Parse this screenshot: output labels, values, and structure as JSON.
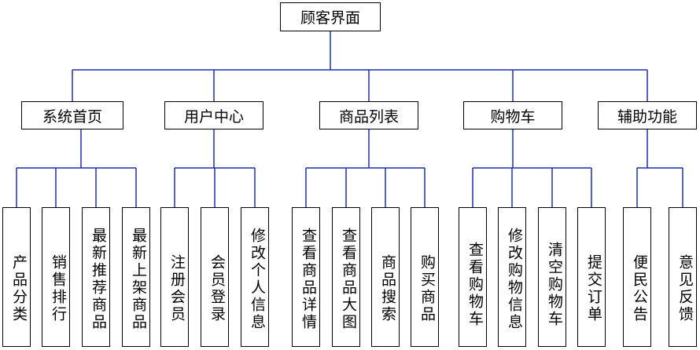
{
  "diagram": {
    "line_color": "#1f2fae",
    "root": {
      "label": "顾客界面"
    },
    "categories": [
      {
        "label": "系统首页",
        "children": [
          "产品分类",
          "销售排行",
          "最新推荐商品",
          "最新上架商品"
        ]
      },
      {
        "label": "用户中心",
        "children": [
          "注册会员",
          "会员登录",
          "修改个人信息"
        ]
      },
      {
        "label": "商品列表",
        "children": [
          "查看商品详情",
          "查看商品大图",
          "商品搜索",
          "购买商品"
        ]
      },
      {
        "label": "购物车",
        "children": [
          "查看购物车",
          "修改购物信息",
          "清空购物车",
          "提交订单"
        ]
      },
      {
        "label": "辅助功能",
        "children": [
          "便民公告",
          "意见反馈"
        ]
      }
    ]
  }
}
